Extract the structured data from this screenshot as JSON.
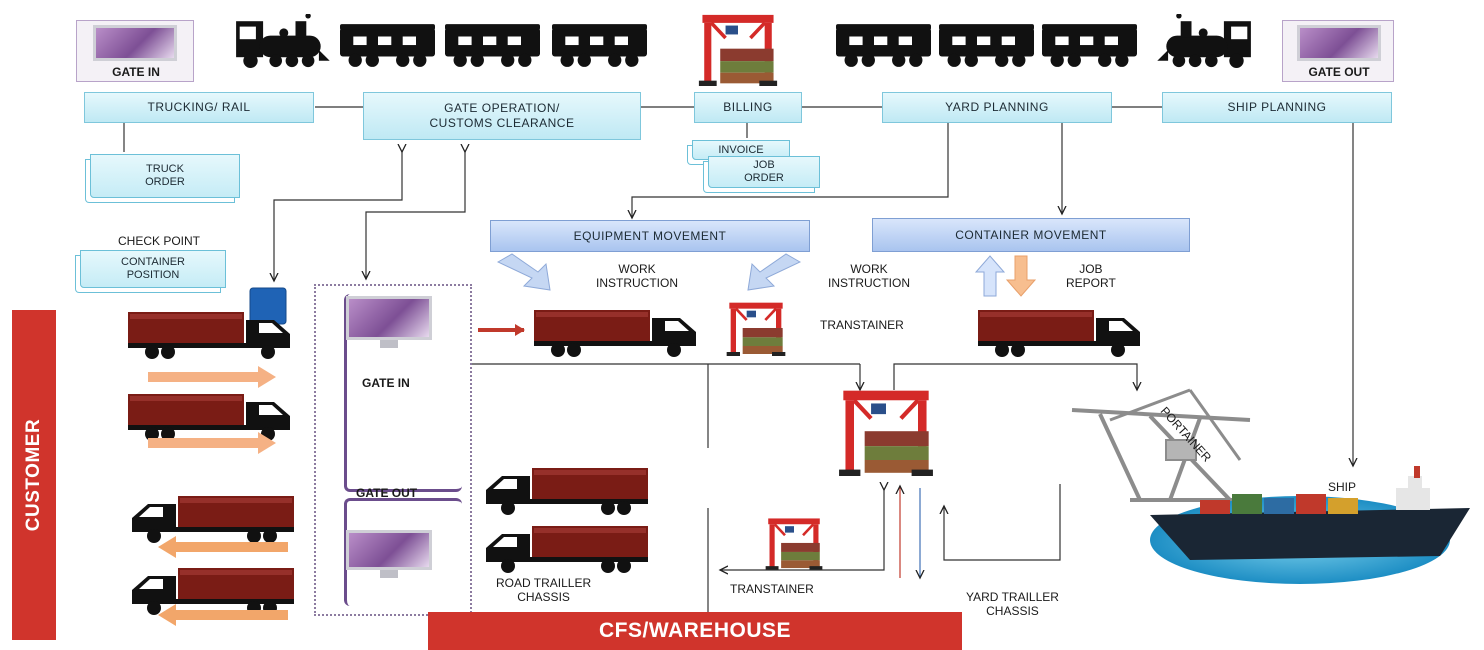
{
  "process": {
    "trucking_rail": "TRUCKING/ RAIL",
    "gate_operation_line1": "GATE OPERATION/",
    "gate_operation_line2": "CUSTOMS CLEARANCE",
    "billing": "BILLING",
    "yard_planning": "YARD PLANNING",
    "ship_planning": "SHIP PLANNING",
    "equipment_movement": "EQUIPMENT MOVEMENT",
    "container_movement": "CONTAINER MOVEMENT"
  },
  "documents": {
    "truck_order_line1": "TRUCK",
    "truck_order_line2": "ORDER",
    "invoice": "INVOICE",
    "job_order_line1": "JOB",
    "job_order_line2": "ORDER",
    "container_position_line1": "CONTAINER",
    "container_position_line2": "POSITION"
  },
  "labels": {
    "gate_in_top": "GATE IN",
    "gate_out_top": "GATE OUT",
    "check_point": "CHECK POINT",
    "work_instruction_1_line1": "WORK",
    "work_instruction_1_line2": "INSTRUCTION",
    "work_instruction_2_line1": "WORK",
    "work_instruction_2_line2": "INSTRUCTION",
    "job_report_line1": "JOB",
    "job_report_line2": "REPORT",
    "transtainer_top": "TRANSTAINER",
    "gate_in_panel": "GATE IN",
    "gate_out_panel": "GATE OUT",
    "portainer": "PORTAINER",
    "ship": "SHIP",
    "road_trailer_line1": "ROAD TRAILLER",
    "road_trailer_line2": "CHASSIS",
    "transtainer_bottom": "TRANSTAINER",
    "yard_trailer_line1": "YARD TRAILLER",
    "yard_trailer_line2": "CHASSIS"
  },
  "banners": {
    "customer": "CUSTOMER",
    "cfs_warehouse": "CFS/WAREHOUSE"
  },
  "colors": {
    "banner_red": "#d0342c",
    "truck_body": "#7a1c15",
    "truck_cab": "#111111",
    "crane": "#d42a28",
    "box_fill": "#c9eef7",
    "arrow_orange": "#f5b184",
    "arrow_blue": "#a9c4ef"
  }
}
